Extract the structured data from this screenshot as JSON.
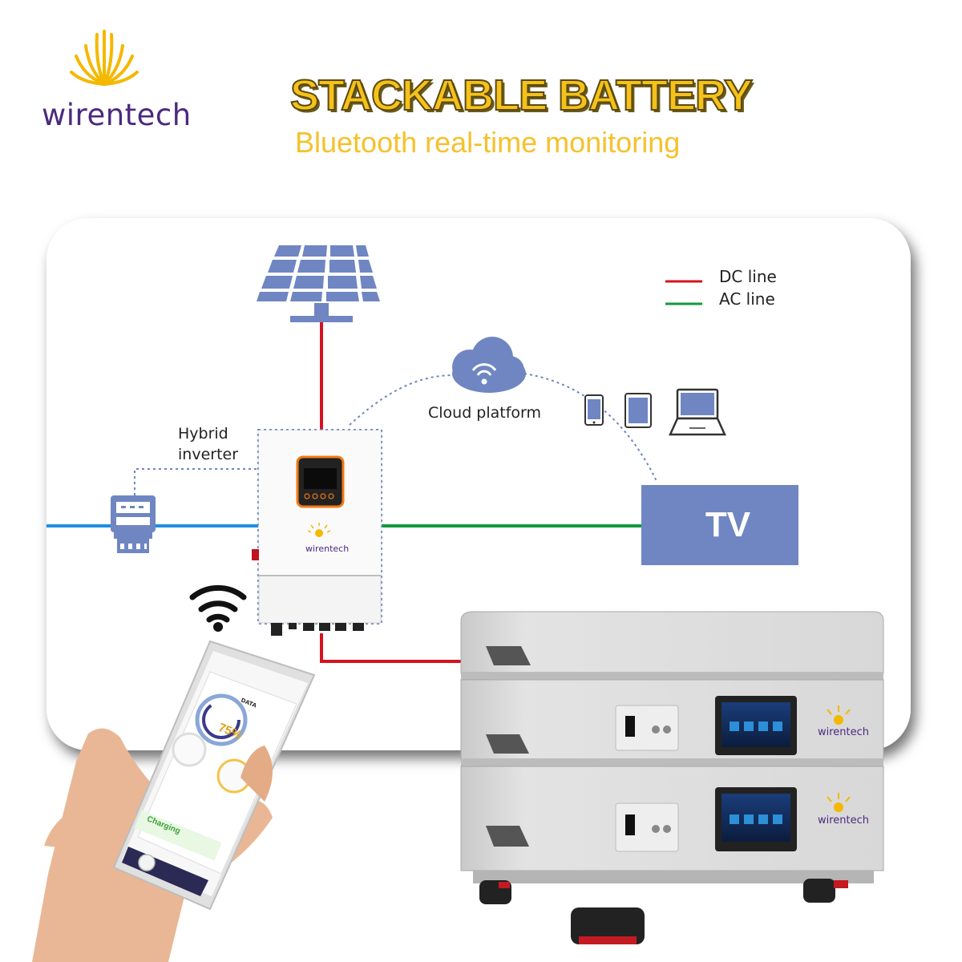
{
  "brand": {
    "name": "wirentech",
    "logo": "sunburst-logo-icon",
    "color": "#4b2a80",
    "accent": "#f5b800"
  },
  "header": {
    "title": "STACKABLE BATTERY",
    "subtitle": "Bluetooth real-time monitoring"
  },
  "legend": {
    "items": [
      {
        "label": "DC line",
        "color": "#d6121e"
      },
      {
        "label": "AC line",
        "color": "#129a3c"
      }
    ]
  },
  "labels": {
    "inverter_line1": "Hybrid",
    "inverter_line2": "inverter",
    "cloud": "Cloud platform",
    "tv": "TV"
  },
  "inverter": {
    "brand": "wirentech"
  },
  "battery": {
    "brand_top": "wirentech",
    "brand_bottom": "wirentech"
  },
  "phone": {
    "title": "DATA",
    "percent": "75%",
    "status": "Charging"
  }
}
